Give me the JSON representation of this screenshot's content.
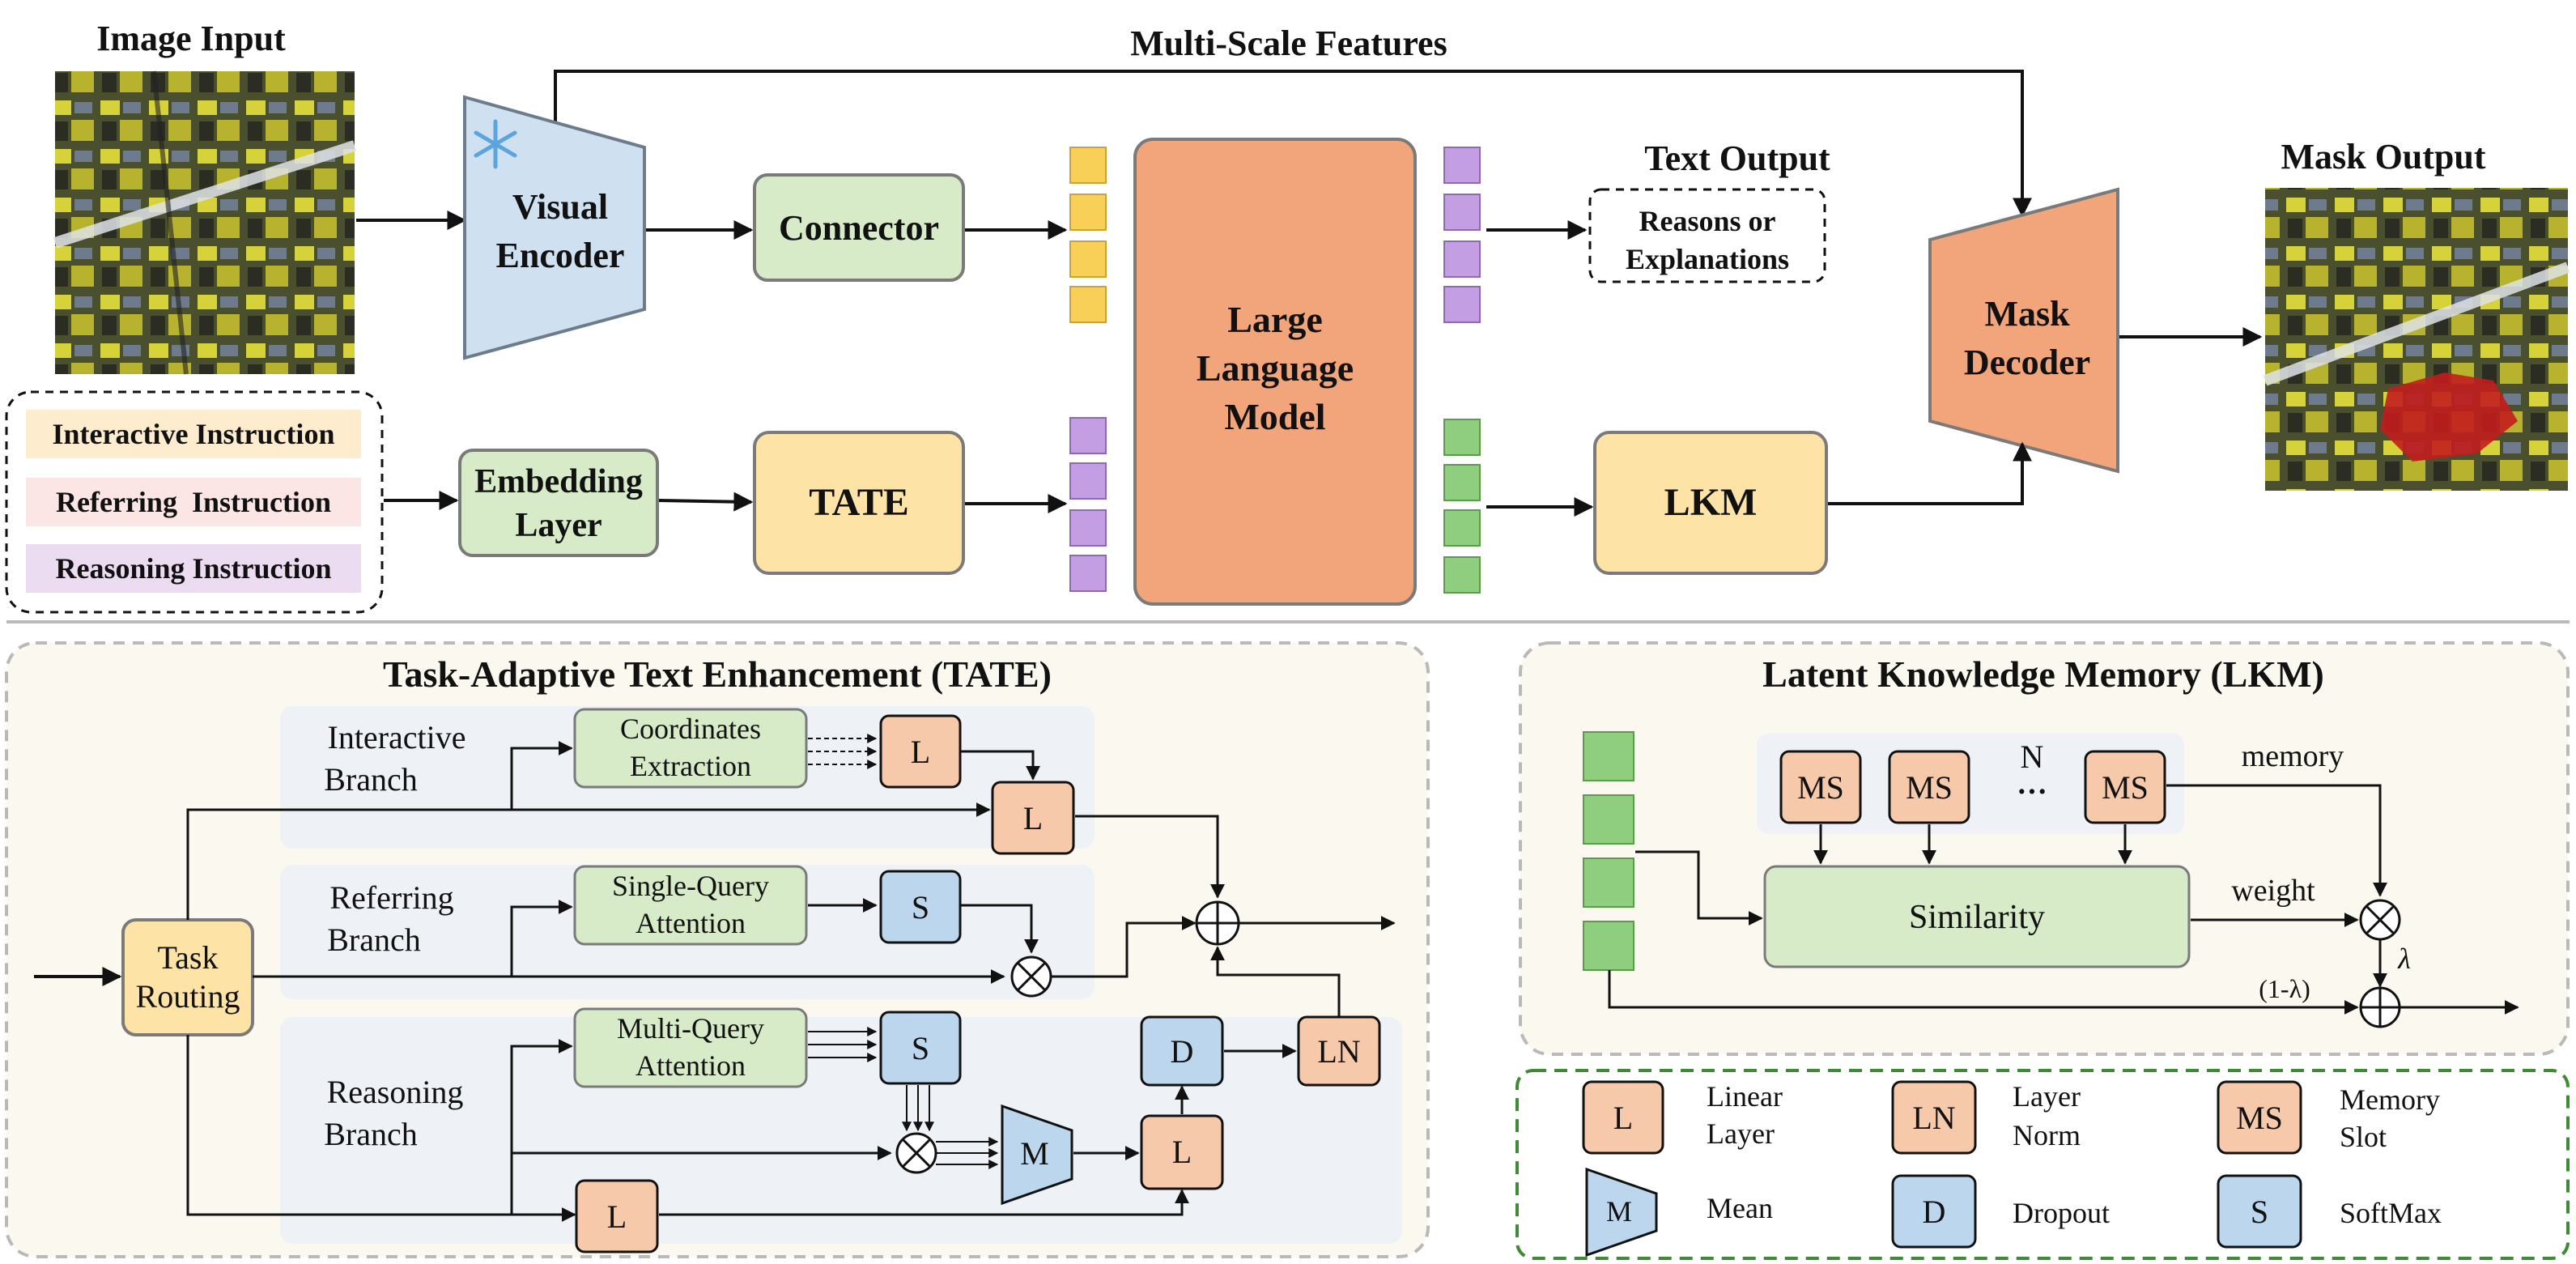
{
  "top": {
    "image_input_title": "Image Input",
    "multi_scale_features": "Multi-Scale Features",
    "mask_output_title": "Mask Output",
    "text_output_title": "Text Output",
    "visual_encoder": [
      "Visual",
      "Encoder"
    ],
    "connector": "Connector",
    "llm": [
      "Large",
      "Language",
      "Model"
    ],
    "text_output_box": [
      "Reasons or",
      "Explanations"
    ],
    "mask_decoder": [
      "Mask",
      "Decoder"
    ],
    "embedding_layer": [
      "Embedding",
      "Layer"
    ],
    "tate": "TATE",
    "lkm": "LKM",
    "instructions": [
      "Interactive Instruction",
      "Referring  Instruction",
      "Reasoning Instruction"
    ]
  },
  "tate_panel": {
    "title": "Task-Adaptive Text Enhancement (TATE)",
    "task_routing": [
      "Task",
      "Routing"
    ],
    "interactive_branch": [
      "Interactive",
      "Branch"
    ],
    "referring_branch": [
      "Referring",
      "Branch"
    ],
    "reasoning_branch": [
      "Reasoning",
      "Branch"
    ],
    "coordinates_extraction": [
      "Coordinates",
      "Extraction"
    ],
    "single_query_attention": [
      "Single-Query",
      "Attention"
    ],
    "multi_query_attention": [
      "Multi-Query",
      "Attention"
    ],
    "L": "L",
    "S": "S",
    "D": "D",
    "LN": "LN",
    "M": "M"
  },
  "lkm_panel": {
    "title": "Latent Knowledge Memory (LKM)",
    "ms": "MS",
    "n": "N",
    "dots": "···",
    "memory": "memory",
    "similarity": "Similarity",
    "weight": "weight",
    "lambda": "λ",
    "one_minus_lambda": "(1-λ)"
  },
  "legend": [
    {
      "symbol": "L",
      "label": [
        "Linear",
        "Layer"
      ],
      "color": "#f6c9aa"
    },
    {
      "symbol": "LN",
      "label": [
        "Layer",
        "Norm"
      ],
      "color": "#f6c9aa"
    },
    {
      "symbol": "MS",
      "label": [
        "Memory",
        "Slot"
      ],
      "color": "#f6c9aa"
    },
    {
      "symbol": "M",
      "label": [
        "Mean"
      ],
      "color": "#bcd6ee"
    },
    {
      "symbol": "D",
      "label": [
        "Dropout"
      ],
      "color": "#bcd6ee"
    },
    {
      "symbol": "S",
      "label": [
        "SoftMax"
      ],
      "color": "#bcd6ee"
    }
  ],
  "colors": {
    "green_box": "#d7ebc8",
    "orange_box": "#f6c9aa",
    "blue_box": "#bcd6ee",
    "yellow_box": "#fde3a5",
    "llm": "#f2a57a",
    "panel_bg": "#fbf9ef",
    "branch_bg": "#eef2f6",
    "token_yellow": "#f8cf57",
    "token_purple": "#c49ee3",
    "token_green": "#8fce7e"
  }
}
